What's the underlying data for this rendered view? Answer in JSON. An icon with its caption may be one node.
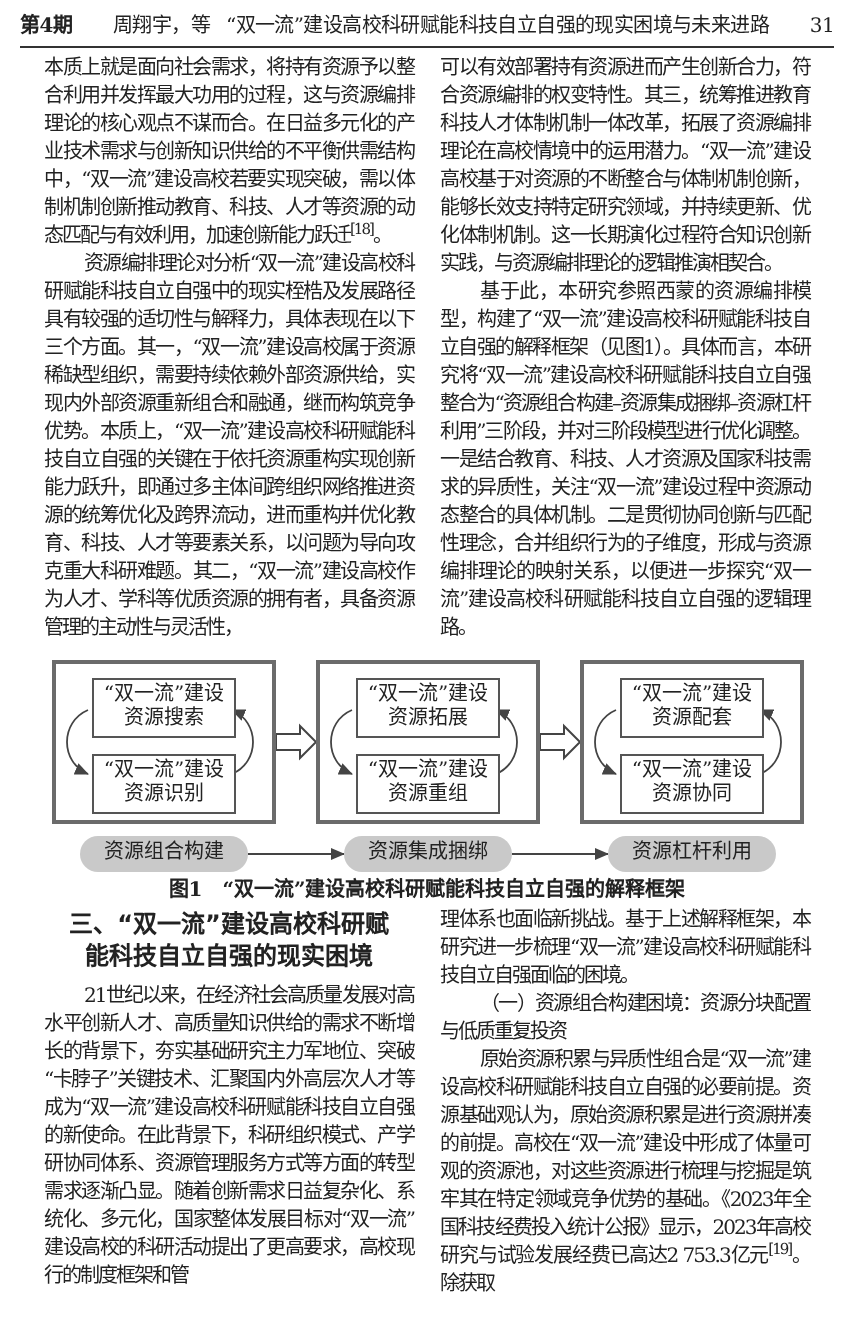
{
  "diagram": {
    "caption": "图1　“双一流”建设高校科研赋能科技自立自强的解释框架",
    "nodes": [
      {
        "text": [],
        "shape": "box"
      },
      {
        "text": [
          "“双一流”建设资源搜索"
        ],
        "in": 0
      },
      {
        "text": [
          "“双一流”建设资源识别"
        ],
        "in": 0
      },
      {
        "text": [],
        "shape": "box"
      },
      {
        "text": [
          "“双一流”建设资源拓展"
        ],
        "in": 3
      },
      {
        "text": [
          "“双一流”建设资源重组"
        ],
        "in": 3
      },
      {
        "text": [],
        "shape": "box"
      },
      {
        "text": [
          "“双一流”建设资源配套"
        ],
        "in": 6
      },
      {
        "text": [
          "“双一流”建设资源协同"
        ],
        "in": 6
      },
      {
        "text": [
          "资源组合构建"
        ]
      },
      {
        "text": [
          "资源集成捆绑"
        ]
      },
      {
        "text": [
          "资源杠杆利用"
        ]
      }
    ],
    "edges": [
      {
        "from": 1,
        "to": 2,
        "arrow": "to"
      },
      {
        "from": 2,
        "to": 1,
        "arrow": "to"
      },
      {
        "from": 4,
        "to": 5,
        "arrow": "to"
      },
      {
        "from": 5,
        "to": 4,
        "arrow": "to"
      },
      {
        "from": 7,
        "to": 8,
        "arrow": "to"
      },
      {
        "from": 8,
        "to": 7,
        "arrow": "to"
      },
      {
        "from": 0,
        "to": 3,
        "arrow": "to",
        "style": "thick"
      },
      {
        "from": 3,
        "to": 6,
        "arrow": "to",
        "style": "thick"
      },
      {
        "from": 9,
        "to": 10,
        "arrow": "to"
      },
      {
        "from": 10,
        "to": 11,
        "arrow": "to"
      }
    ],
    "labels": [
      "第4期",
      "周翔宇，等",
      "“双一流”建设高校科研赋能科技自立自强的现实困境与未来进路",
      "31",
      "本质上就是面向社会需求，将持有资源予以整合利用并发挥最大功用的过程，这与资源编排理论的核心观点不谋而合。在日益多元化的产业技术需求与创新知识供给的不平衡供需结构中，“双一流”建设高校若要实现突破，需以体制机制创新推动教育、科技、人才等资源的动态匹配与有效利用，加速创新能力跃迁$^{[18]}$。",
      "资源编排理论对分析“双一流”建设高校科研赋能科技自立自强中的现实桎梏及发展路径具有较强的适切性与解释力，具体表现在以下三个方面。其一，“双一流”建设高校属于资源稀缺型组织，需要持续依赖外部资源供给，实现内外部资源重新组合和融通，继而构筑竞争优势。本质上，“双一流”建设高校科研赋能科技自立自强的关键在于依托资源重构实现创新能力跃升，即通过多主体间跨组织网络推进资源的统筹优化及跨界流动，进而重构并优化教育、科技、人才等要素关系，以问题为导向攻克重大科研难题。其二，“双一流”建设高校作为人才、学科等优质资源的拥有者，具备资源管理的主动性与灵活性，",
      "可以有效部署持有资源进而产生创新合力，符合资源编排的权变特性。其三，统筹推进教育科技人才体制机制一体改革，拓展了资源编排理论在高校情境中的运用潜力。“双一流”建设高校基于对资源的不断整合与体制机制创新，能够长效支持特定研究领域，并持续更新、优化体制机制。这一长期演化过程符合知识创新实践，与资源编排理论的逻辑推演相契合。",
      "基于此，本研究参照西蒙的资源编排模型，构建了“双一流”建设高校科研赋能科技自立自强的解释框架（见图1）。具体而言，本研究将“双一流”建设高校科研赋能科技自立自强整合为“资源组合构建–资源集成捆绑–资源杠杆利用”三阶段，并对三阶段模型进行优化调整。一是结合教育、科技、人才资源及国家科技需求的异质性，关注“双一流”建设过程中资源动态整合的具体机制。二是贯彻协同创新与匹配性理念，合并组织行为的子维度，形成与资源编排理论的映射关系，以便进一步探究“双一流”建设高校科研赋能科技自立自强的逻辑理路。",
      "三、“双一流”建设高校科研赋能科技自立自强的现实困境",
      "21世纪以来，在经济社会高质量发展对高水平创新人才、高质量知识供给的需求不断增长的背景下，夯实基础研究主力军地位、突破“卡脖子”关键技术、汇聚国内外高层次人才等成为“双一流”建设高校科研赋能科技自立自强的新使命。在此背景下，科研组织模式、产学研协同体系、资源管理服务方式等方面的转型需求逐渐凸显。随着创新需求日益复杂化、系统化、多元化，国家整体发展目标对“双一流”建设高校的科研活动提出了更高要求，高校现行的制度框架和管",
      "理体系也面临新挑战。基于上述解释框架，本研究进一步梳理“双一流”建设高校科研赋能科技自立自强面临的困境。",
      "（一）资源组合构建困境：资源分块配置与低质重复投资",
      "原始资源积累与异质性组合是“双一流”建设高校科研赋能科技自立自强的必要前提。资源基础观认为，原始资源积累是进行资源拼凑的前提。高校在“双一流”建设中形成了体量可观的资源池，对这些资源进行梳理与挖掘是筑牢其在特定领域竞争优势的基础。《2023年全国科技经费投入统计公报》显示，2023年高校研究与试验发展经费已高达2 753.3亿元$^{[19]}$。除获取"
    ]
  }
}
